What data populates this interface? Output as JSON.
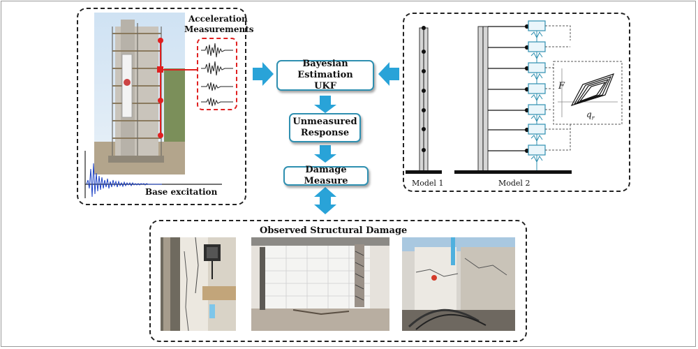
{
  "left_panel": {
    "accel_title_line1": "Acceleration",
    "accel_title_line2": "Measurements",
    "base_excitation": "Base excitation"
  },
  "flow": {
    "bayesian_line1": "Bayesian Estimation",
    "bayesian_line2": "UKF",
    "unmeasured_line1": "Unmeasured",
    "unmeasured_line2": "Response",
    "damage_measure": "Damage Measure"
  },
  "right_panel": {
    "model1": "Model 1",
    "model2": "Model 2",
    "hysteresis_y": "F",
    "hysteresis_x": "q",
    "hysteresis_x_sub": "r"
  },
  "bottom_panel": {
    "title": "Observed Structural Damage"
  },
  "colors": {
    "accent": "#2e8fb0",
    "arrow": "#29a3d8",
    "sensor_red": "#e02020",
    "signal_blue": "#1a3fc4"
  }
}
